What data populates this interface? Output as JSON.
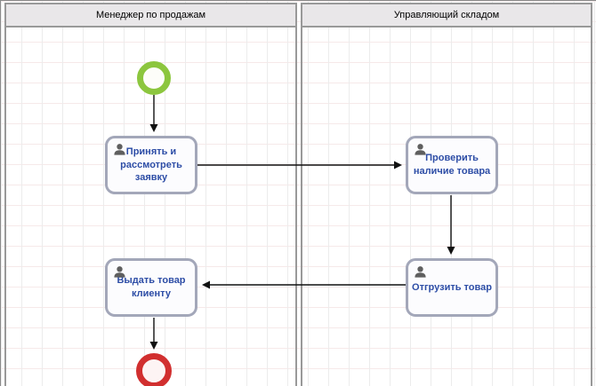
{
  "diagram": {
    "lanes": [
      {
        "label": "Менеджер по продажам"
      },
      {
        "label": "Управляющий складом"
      }
    ],
    "tasks": [
      {
        "label": "Принять и рассмотреть заявку",
        "lane": "Менеджер по продажам"
      },
      {
        "label": "Проверить наличие товара",
        "lane": "Управляющий складом"
      },
      {
        "label": "Отгрузить товар",
        "lane": "Управляющий складом"
      },
      {
        "label": "Выдать товар клиенту",
        "lane": "Менеджер по продажам"
      }
    ],
    "events": {
      "start": {
        "name": "start-event",
        "color": "#8cc63e"
      },
      "end": {
        "name": "end-event",
        "color": "#d12f2f"
      }
    },
    "flows": [
      {
        "from": "start-event",
        "to": "Принять и рассмотреть заявку"
      },
      {
        "from": "Принять и рассмотреть заявку",
        "to": "Проверить наличие товара"
      },
      {
        "from": "Проверить наличие товара",
        "to": "Отгрузить товар"
      },
      {
        "from": "Отгрузить товар",
        "to": "Выдать товар клиенту"
      },
      {
        "from": "Выдать товар клиенту",
        "to": "end-event"
      }
    ],
    "colors": {
      "task_text": "#2d4da6",
      "task_border": "#a3a7b9",
      "task_fill": "#fcfcfe",
      "lane_header_bg": "#e9e7e9",
      "lane_border": "#999999",
      "start_event": "#8cc63e",
      "end_event": "#d12f2f",
      "flow_line": "#111111"
    }
  }
}
